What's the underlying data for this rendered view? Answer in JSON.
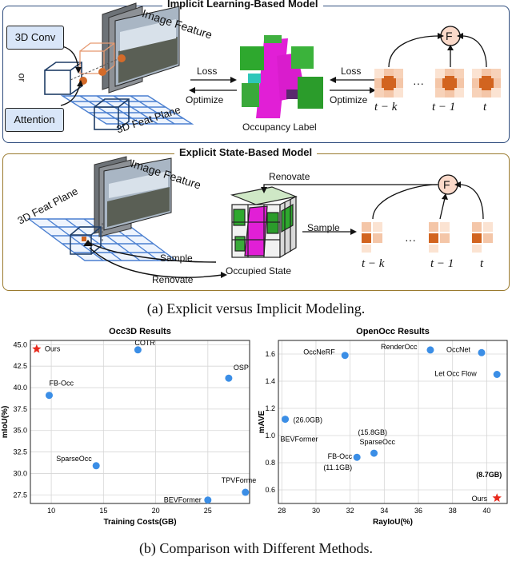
{
  "implicit": {
    "title": "Implicit Learning-Based Model",
    "conv_label": "3D Conv",
    "attention_label": "Attention",
    "or_label": "or",
    "image_feature": "Image Feature",
    "feat_plane": "3D Feat Plane",
    "loss_left": "Loss",
    "optimize_left": "Optimize",
    "loss_right": "Loss",
    "optimize_right": "Optimize",
    "occupancy_label": "Occupancy Label",
    "time_labels": [
      "t − k",
      "t − 1",
      "t"
    ],
    "dots": "···",
    "fusion": "F"
  },
  "explicit": {
    "title": "Explicit State-Based Model",
    "image_feature": "Image Feature",
    "feat_plane": "3D Feat Plane",
    "renovate_top": "Renovate",
    "sample_right": "Sample",
    "sample_bottom": "Sample",
    "renovate_bottom": "Renovate",
    "occupied_state": "Occupied State",
    "time_labels": [
      "t − k",
      "t − 1",
      "t"
    ],
    "dots": "···",
    "fusion": "F"
  },
  "caption_a": "(a) Explicit versus Implicit Modeling.",
  "caption_b": "(b) Comparison with Different Methods.",
  "colors": {
    "point": "#3b8ee6",
    "star": "#e8291c",
    "implicit_border": "#2f4d7e",
    "explicit_border": "#9a7a2e",
    "cube_orange": "#e8a27a",
    "cube_dark": "#d2641f"
  },
  "chart_data": [
    {
      "type": "scatter",
      "title": "Occ3D Results",
      "xlabel": "Training Costs(GB)",
      "ylabel": "mIoU(%)",
      "xlim": [
        8,
        29
      ],
      "ylim": [
        26.5,
        45.5
      ],
      "xticks": [
        "10",
        "15",
        "20",
        "25"
      ],
      "xtick_values": [
        10,
        15,
        20,
        25
      ],
      "yticks": [
        "27.5",
        "30.0",
        "32.5",
        "35.0",
        "37.5",
        "40.0",
        "42.5",
        "45.0"
      ],
      "ytick_values": [
        27.5,
        30,
        32.5,
        35,
        37.5,
        40,
        42.5,
        45
      ],
      "grid": true,
      "points": [
        {
          "name": "Ours",
          "x": 8.6,
          "y": 44.5,
          "marker": "star"
        },
        {
          "name": "COTR",
          "x": 18.3,
          "y": 44.4
        },
        {
          "name": "OSP",
          "x": 27.0,
          "y": 41.1
        },
        {
          "name": "FB-Occ",
          "x": 9.8,
          "y": 39.1
        },
        {
          "name": "SparseOcc",
          "x": 14.3,
          "y": 30.9
        },
        {
          "name": "TPVFormer",
          "x": 28.6,
          "y": 27.8
        },
        {
          "name": "BEVFormer",
          "x": 25.0,
          "y": 26.9
        }
      ]
    },
    {
      "type": "scatter",
      "title": "OpenOcc Results",
      "xlabel": "RayIoU(%)",
      "ylabel": "mAVE",
      "xlim": [
        27.8,
        41.2
      ],
      "ylim": [
        0.5,
        1.7
      ],
      "xticks": [
        "28",
        "30",
        "32",
        "34",
        "36",
        "38",
        "40"
      ],
      "xtick_values": [
        28,
        30,
        32,
        34,
        36,
        38,
        40
      ],
      "yticks": [
        "0.6",
        "0.8",
        "1.0",
        "1.2",
        "1.4",
        "1.6"
      ],
      "ytick_values": [
        0.6,
        0.8,
        1.0,
        1.2,
        1.4,
        1.6
      ],
      "grid": true,
      "points": [
        {
          "name": "OccNeRF",
          "x": 31.7,
          "y": 1.59
        },
        {
          "name": "RenderOcc",
          "x": 36.7,
          "y": 1.63
        },
        {
          "name": "OccNet",
          "x": 39.7,
          "y": 1.61
        },
        {
          "name": "Let Occ Flow",
          "x": 40.6,
          "y": 1.45
        },
        {
          "name": "BEVFormer",
          "x": 28.2,
          "y": 1.12,
          "note": "(26.0GB)"
        },
        {
          "name": "SparseOcc",
          "x": 33.4,
          "y": 0.87,
          "note": "(15.8GB)"
        },
        {
          "name": "FB-Occ",
          "x": 32.4,
          "y": 0.84,
          "note": "(11.1GB)"
        },
        {
          "name": "Ours",
          "x": 40.6,
          "y": 0.54,
          "marker": "star",
          "note": "(8.7GB)"
        }
      ]
    }
  ]
}
